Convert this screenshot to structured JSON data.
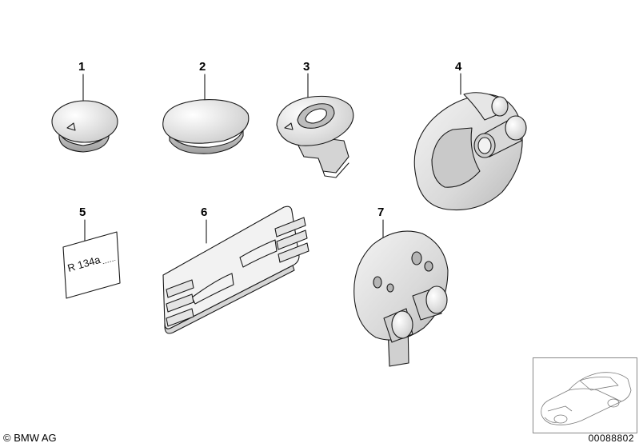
{
  "callouts": {
    "c1": "1",
    "c2": "2",
    "c3": "3",
    "c4": "4",
    "c5": "5",
    "c6": "6",
    "c7": "7"
  },
  "label_card": {
    "text": "R 134a"
  },
  "footer": {
    "copyright": "© BMW AG",
    "doc_number": "00088802"
  }
}
